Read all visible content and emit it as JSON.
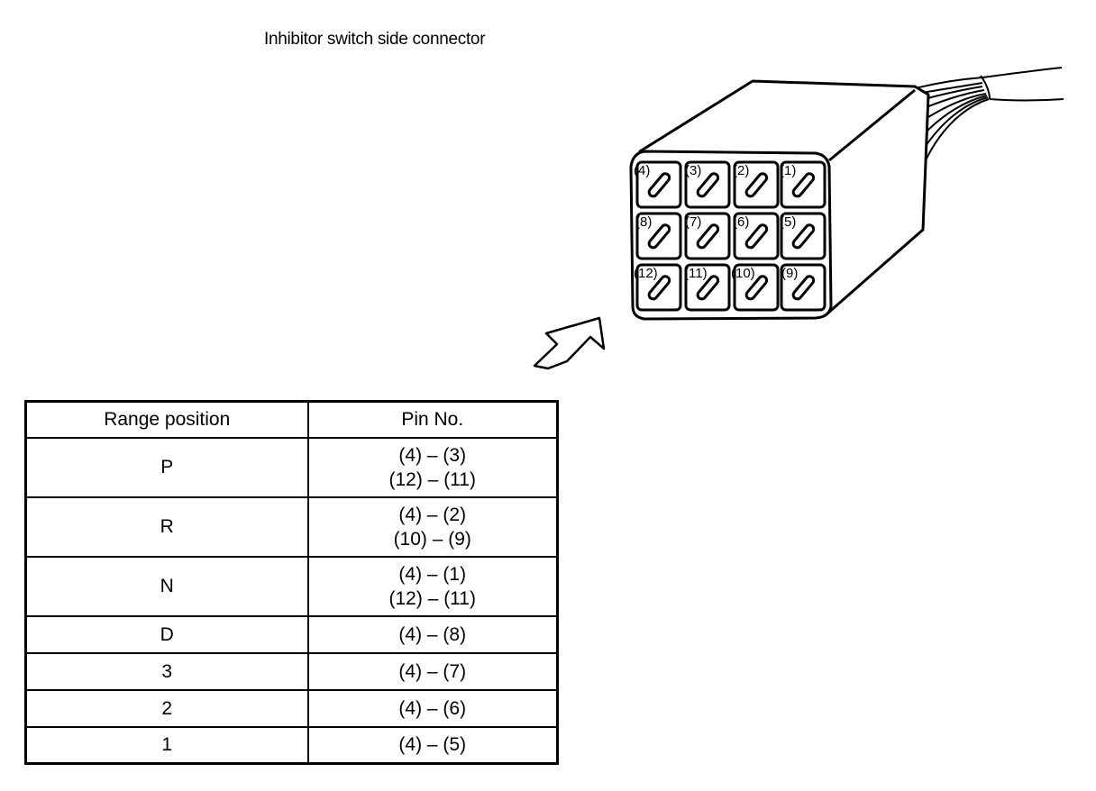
{
  "title": "Inhibitor switch side connector",
  "connector": {
    "row1": [
      "(4)",
      "(3)",
      "(2)",
      "(1)"
    ],
    "row2": [
      "(8)",
      "(7)",
      "(6)",
      "(5)"
    ],
    "row3": [
      "(12)",
      "(11)",
      "(10)",
      "(9)"
    ]
  },
  "table": {
    "headers": [
      "Range position",
      "Pin No."
    ],
    "rows": [
      {
        "range": "P",
        "pins": [
          "(4) – (3)",
          "(12) – (11)"
        ]
      },
      {
        "range": "R",
        "pins": [
          "(4) – (2)",
          "(10) – (9)"
        ]
      },
      {
        "range": "N",
        "pins": [
          "(4) – (1)",
          "(12) – (11)"
        ]
      },
      {
        "range": "D",
        "pins": [
          "(4) – (8)"
        ]
      },
      {
        "range": "3",
        "pins": [
          "(4) – (7)"
        ]
      },
      {
        "range": "2",
        "pins": [
          "(4) – (6)"
        ]
      },
      {
        "range": "1",
        "pins": [
          "(4) – (5)"
        ]
      }
    ]
  }
}
